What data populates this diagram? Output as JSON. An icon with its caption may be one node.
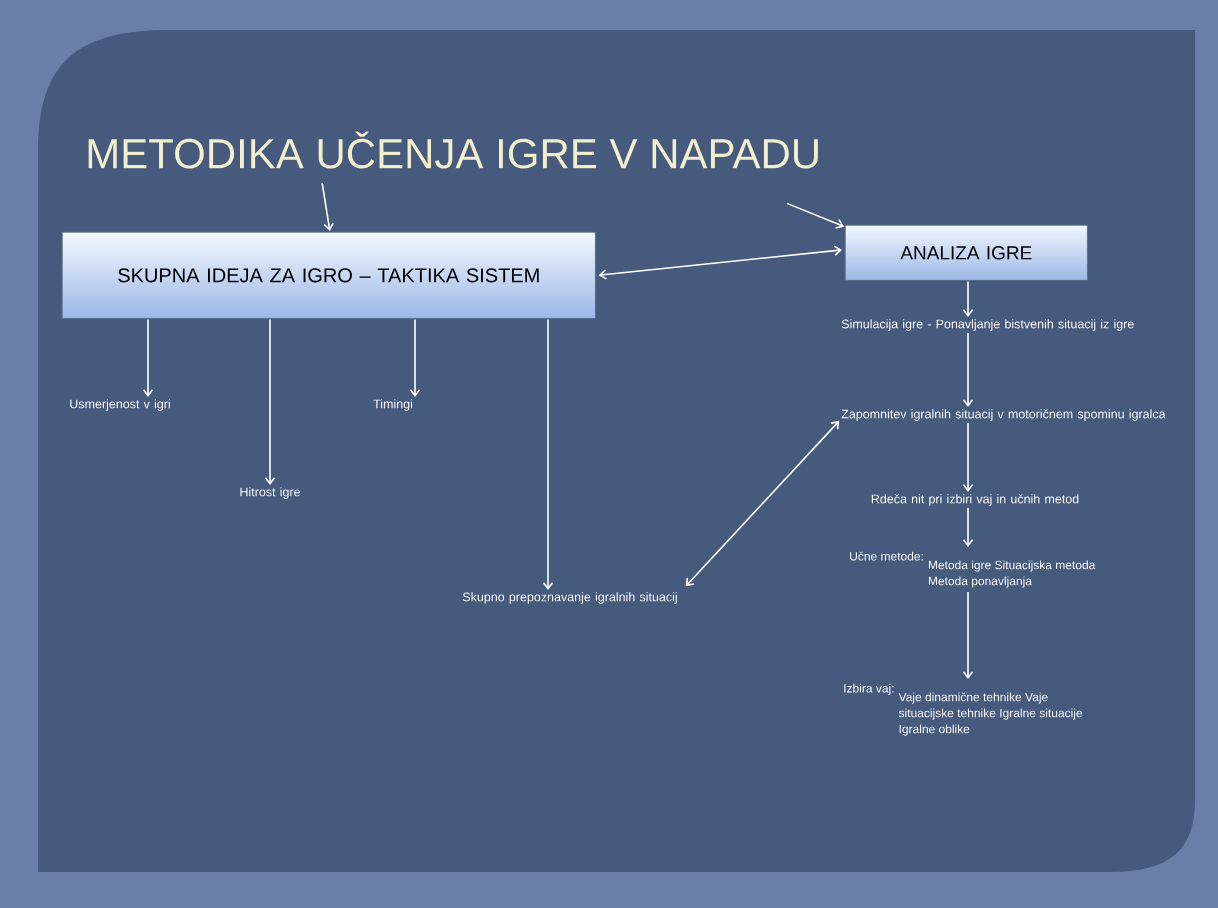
{
  "diagram": {
    "title": "METODIKA UČENJA IGRE V NAPADU",
    "nodes": [
      {
        "text": [
          "SKUPNA IDEJA ZA IGRO – TAKTIKA SISTEM"
        ]
      },
      {
        "text": [
          "ANALIZA IGRE"
        ]
      },
      {
        "text": [
          "Usmerjenost v igri"
        ]
      },
      {
        "text": [
          "Hitrost igre"
        ]
      },
      {
        "text": [
          "Timingi"
        ]
      },
      {
        "text": [
          "Skupno prepoznavanje  igralnih situacij"
        ]
      },
      {
        "text": [
          "Simulacija igre - Ponavljanje bistvenih situacij iz igre"
        ]
      },
      {
        "text": [
          "Zapomnitev igralnih situacij v motoričnem spominu igralca"
        ]
      },
      {
        "text": [
          "Rdeča nit pri izbiri vaj in učnih metod"
        ]
      },
      {
        "text": [
          "Učne metode:",
          "Metoda igre Situacijska metoda Metoda ponavljanja"
        ]
      },
      {
        "text": [
          "Izbira vaj:",
          "Vaje dinamične tehnike Vaje situacijske tehnike Igralne situacije Igralne oblike"
        ]
      }
    ],
    "edges": [
      {
        "from": null,
        "to": 0,
        "arrow": "to"
      },
      {
        "from": null,
        "to": 1,
        "arrow": "to"
      },
      {
        "from": 0,
        "to": 1,
        "arrow": "both"
      },
      {
        "from": 0,
        "to": 2,
        "arrow": "to"
      },
      {
        "from": 0,
        "to": 3,
        "arrow": "to"
      },
      {
        "from": 0,
        "to": 4,
        "arrow": "to"
      },
      {
        "from": 0,
        "to": 5,
        "arrow": "to"
      },
      {
        "from": 5,
        "to": 7,
        "arrow": "both"
      },
      {
        "from": 1,
        "to": 6,
        "arrow": "to"
      },
      {
        "from": 6,
        "to": 7,
        "arrow": "to"
      },
      {
        "from": 7,
        "to": 8,
        "arrow": "to"
      },
      {
        "from": 8,
        "to": 9,
        "arrow": "to"
      },
      {
        "from": 9,
        "to": 10,
        "arrow": "to"
      }
    ]
  }
}
